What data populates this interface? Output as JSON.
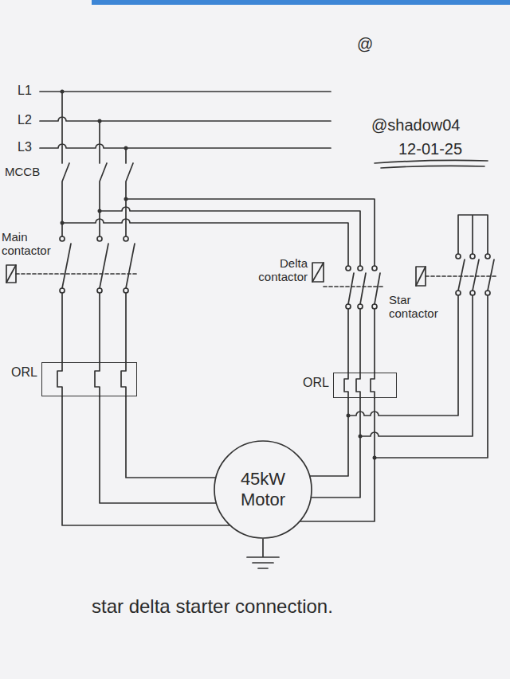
{
  "diagram": {
    "caption": "star delta starter connection.",
    "nodes": [
      {
        "text": [
          "ORL"
        ]
      },
      {
        "text": [
          "ORL"
        ]
      },
      {
        "text": [
          "45kW Motor"
        ]
      }
    ],
    "edges": [
      {
        "from": 0,
        "to": 2,
        "arrow": "none"
      },
      {
        "from": 0,
        "to": 2,
        "arrow": "none"
      },
      {
        "from": 0,
        "to": 2,
        "arrow": "none"
      },
      {
        "from": 1,
        "to": 2,
        "arrow": "none"
      },
      {
        "from": 1,
        "to": 2,
        "arrow": "none"
      },
      {
        "from": 1,
        "to": 2,
        "arrow": "none"
      }
    ],
    "labels": [
      "@",
      "L1",
      "L2",
      "@shadow04",
      "L3",
      "12-01-25",
      "MCCB",
      "Main contactor",
      "Delta contactor",
      "Star contactor"
    ]
  }
}
